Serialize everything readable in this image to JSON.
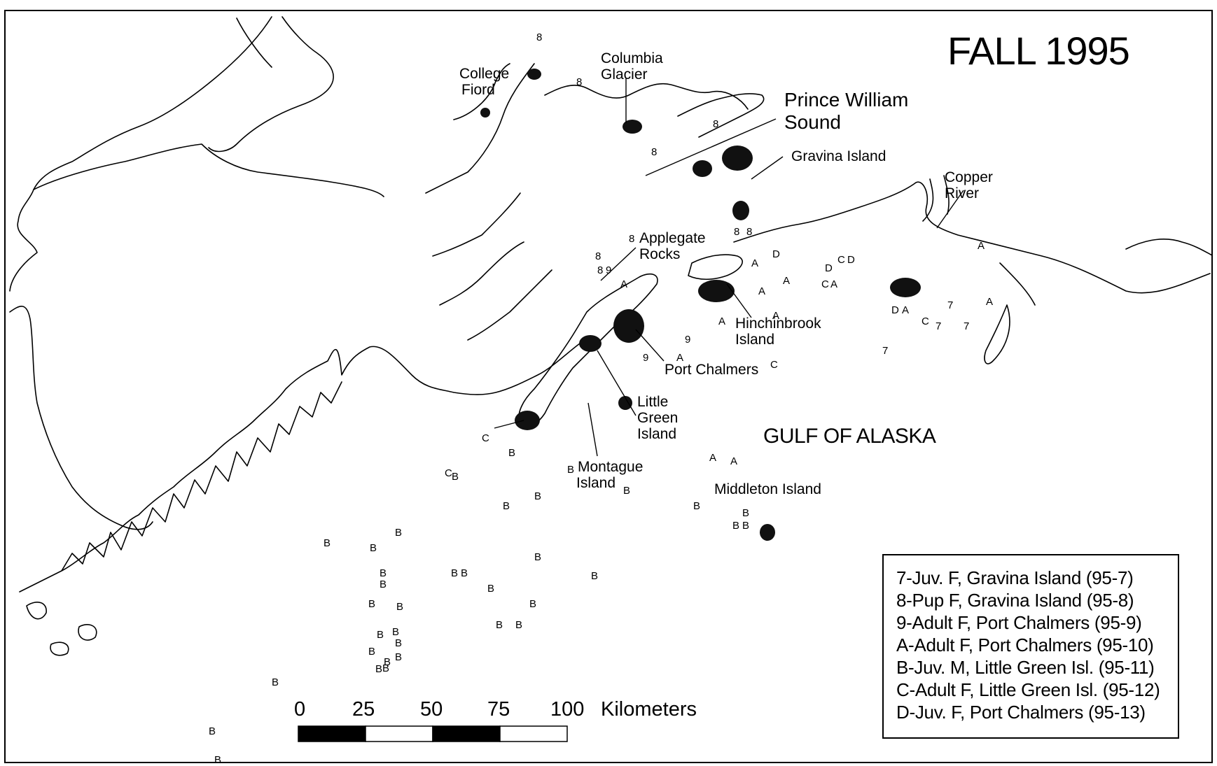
{
  "title": "FALL 1995",
  "places": {
    "college_fiord": [
      "College",
      "Fiord"
    ],
    "columbia_glacier": [
      "Columbia",
      "Glacier"
    ],
    "prince_william_sound": [
      "Prince William",
      "Sound"
    ],
    "gravina_island": "Gravina Island",
    "copper_river": [
      "Copper",
      "River"
    ],
    "applegate_rocks": [
      "Applegate",
      "Rocks"
    ],
    "hinchinbrook_island": [
      "Hinchinbrook",
      "Island"
    ],
    "port_chalmers": "Port Chalmers",
    "little_green_island": [
      "Little",
      "Green",
      "Island"
    ],
    "montague_island": [
      "Montague",
      "Island"
    ],
    "middleton_island": "Middleton Island",
    "gulf_of_alaska": "GULF OF ALASKA"
  },
  "scale_bar": {
    "ticks": [
      "0",
      "25",
      "50",
      "75",
      "100"
    ],
    "unit": "Kilometers"
  },
  "legend": [
    {
      "code": "7",
      "text": "7-Juv. F, Gravina Island (95-7)"
    },
    {
      "code": "8",
      "text": "8-Pup F, Gravina Island (95-8)"
    },
    {
      "code": "9",
      "text": "9-Adult F, Port Chalmers (95-9)"
    },
    {
      "code": "A",
      "text": "A-Adult F, Port Chalmers (95-10)"
    },
    {
      "code": "B",
      "text": "B-Juv. M, Little Green Isl. (95-11)"
    },
    {
      "code": "C",
      "text": "C-Adult F, Little Green Isl. (95-12)"
    },
    {
      "code": "D",
      "text": "D-Juv. F, Port Chalmers (95-13)"
    }
  ]
}
